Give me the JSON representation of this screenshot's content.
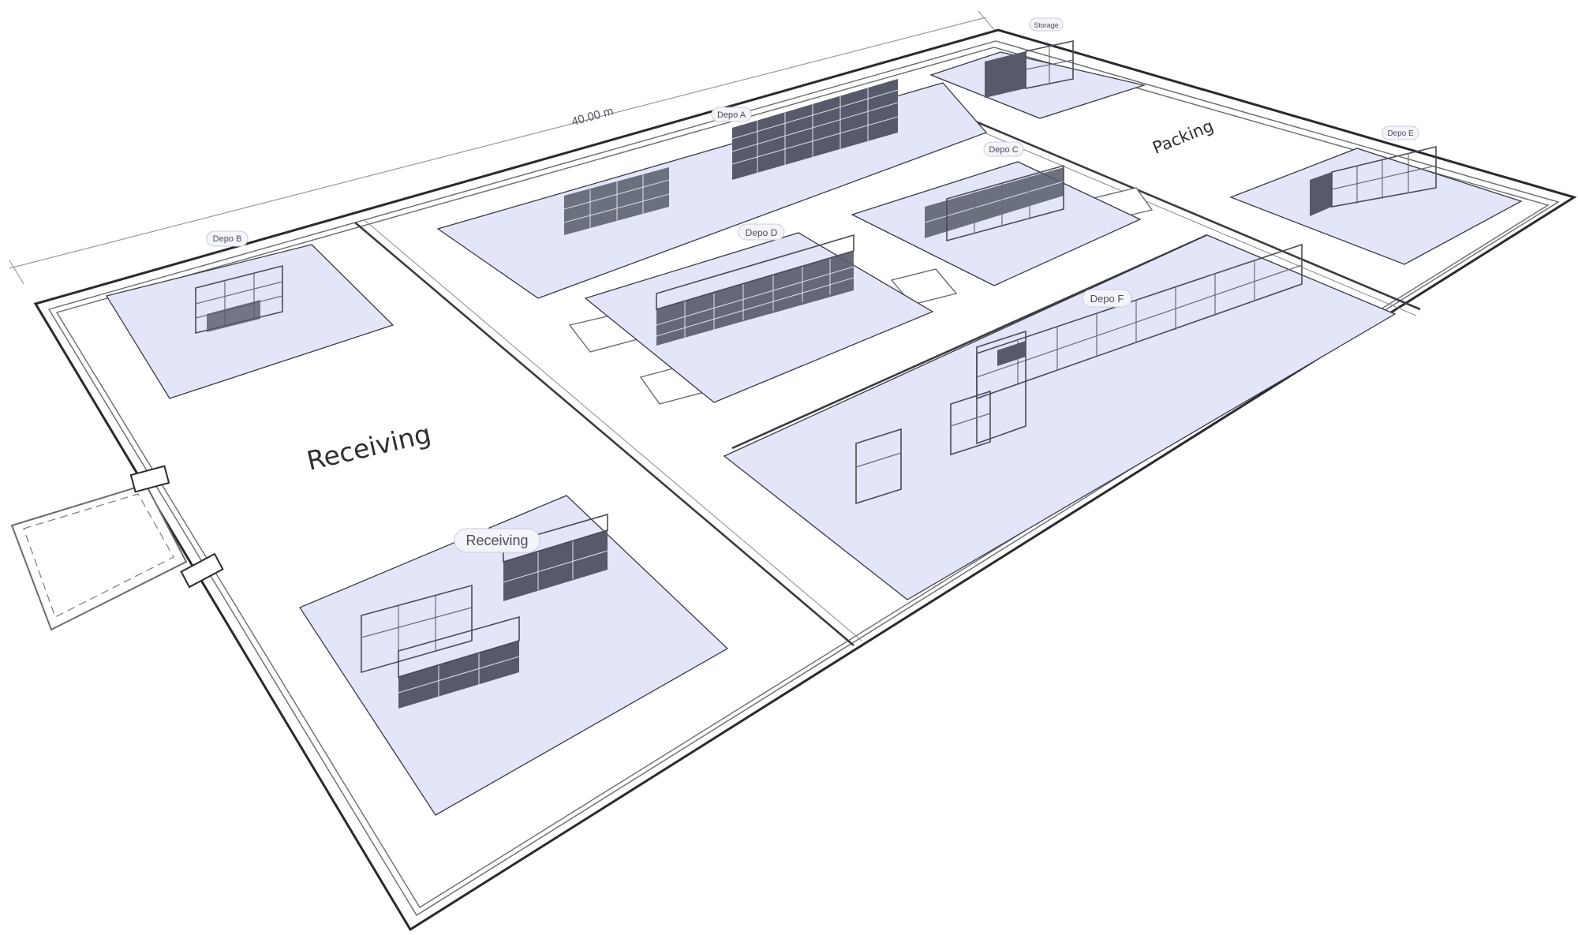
{
  "plan": {
    "dimension_label": "40.00 m",
    "area_labels": {
      "receiving_large": "Receiving",
      "packing": "Packing"
    },
    "zones": [
      {
        "id": "depo-a",
        "label": "Depo A"
      },
      {
        "id": "depo-b",
        "label": "Depo B"
      },
      {
        "id": "depo-c",
        "label": "Depo C"
      },
      {
        "id": "depo-d",
        "label": "Depo D"
      },
      {
        "id": "depo-e",
        "label": "Depo E"
      },
      {
        "id": "depo-f",
        "label": "Depo F"
      },
      {
        "id": "storage",
        "label": "Storage"
      },
      {
        "id": "receiving",
        "label": "Receiving"
      }
    ]
  },
  "colors": {
    "zone_fill": "#e3e6f9",
    "wall": "#2a2a2e",
    "rack_solid": "#565a6a",
    "label_pill": "#f4f5fb"
  }
}
